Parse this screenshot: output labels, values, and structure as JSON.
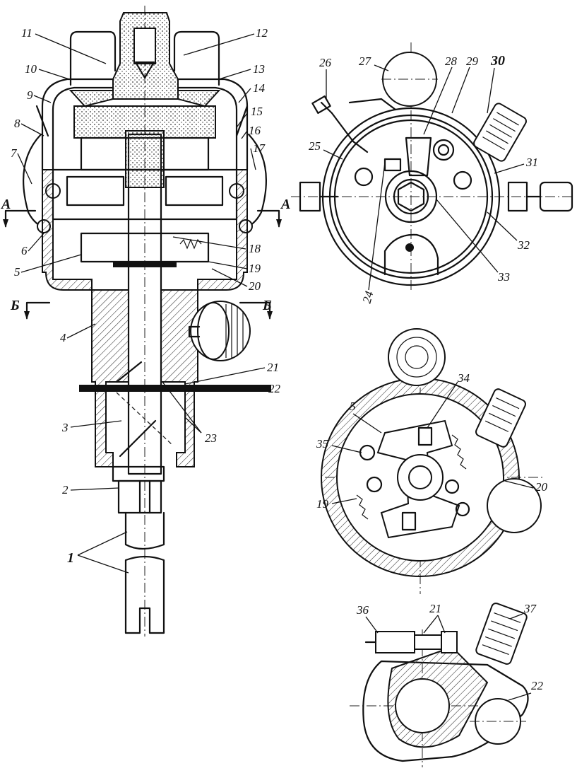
{
  "labels": {
    "l1": "1",
    "l2": "2",
    "l3": "3",
    "l4": "4",
    "l5": "5",
    "l6": "6",
    "l7": "7",
    "l8": "8",
    "l9": "9",
    "l10": "10",
    "l11": "11",
    "l12": "12",
    "l13": "13",
    "l14": "14",
    "l15": "15",
    "l16": "16",
    "l17": "17",
    "l18": "18",
    "l19": "19",
    "l20": "20",
    "l21": "21",
    "l22": "22",
    "l23": "23",
    "l24": "24",
    "l25": "25",
    "l26": "26",
    "l27": "27",
    "l28": "28",
    "l29": "29",
    "l30": "30",
    "l31": "31",
    "l32": "32",
    "l33": "33",
    "l34": "34",
    "l35": "35",
    "l36": "36",
    "l37": "37",
    "l5b": "5",
    "l19b": "19",
    "l20b": "20",
    "l21b": "21",
    "l22b": "22",
    "secA_left": "A",
    "secA_right": "A",
    "secB_left": "Б",
    "secB_right": "Б"
  }
}
